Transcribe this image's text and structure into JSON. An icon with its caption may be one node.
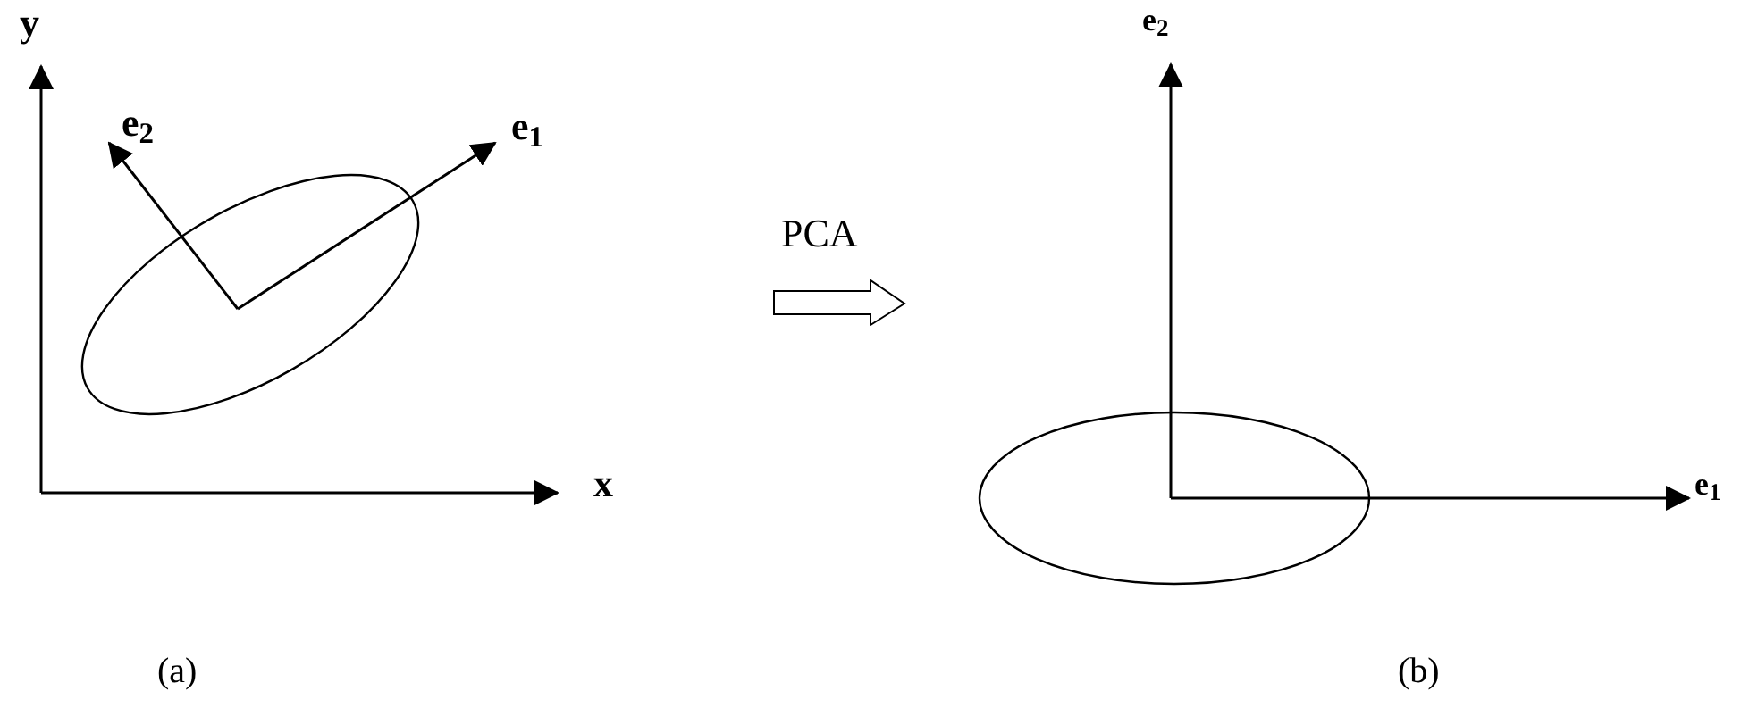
{
  "diagram": {
    "labels": [
      "y",
      "e$_{2}$",
      "e$_{1}$",
      "x",
      "PCA",
      "e$_{2}$",
      "e$_{1}$",
      "(a)",
      "(b)"
    ]
  }
}
